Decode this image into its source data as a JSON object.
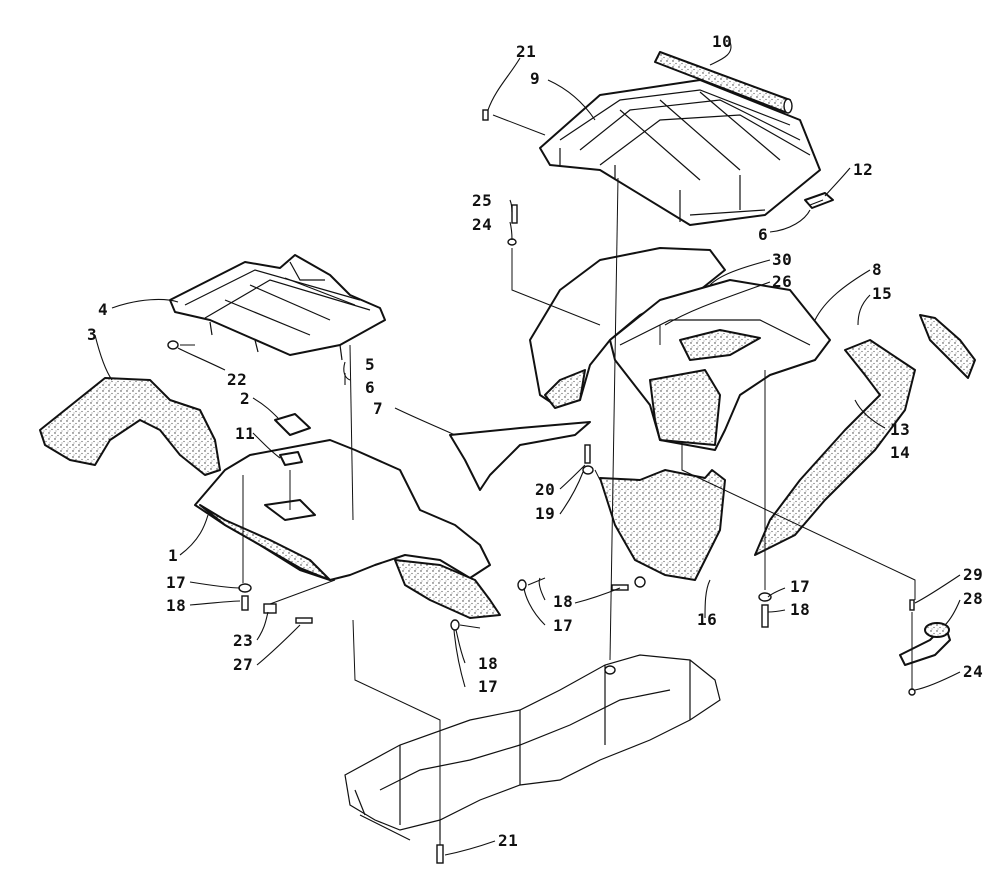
{
  "diagram": {
    "callouts": [
      {
        "id": "c10",
        "text": "10"
      },
      {
        "id": "c21a",
        "text": "21"
      },
      {
        "id": "c9",
        "text": "9"
      },
      {
        "id": "c12",
        "text": "12"
      },
      {
        "id": "c6a",
        "text": "6"
      },
      {
        "id": "c25",
        "text": "25"
      },
      {
        "id": "c24a",
        "text": "24"
      },
      {
        "id": "c30",
        "text": "30"
      },
      {
        "id": "c26",
        "text": "26"
      },
      {
        "id": "c8",
        "text": "8"
      },
      {
        "id": "c15",
        "text": "15"
      },
      {
        "id": "c4",
        "text": "4"
      },
      {
        "id": "c3",
        "text": "3"
      },
      {
        "id": "c22",
        "text": "22"
      },
      {
        "id": "c5",
        "text": "5"
      },
      {
        "id": "c6b",
        "text": "6"
      },
      {
        "id": "c2",
        "text": "2"
      },
      {
        "id": "c7",
        "text": "7"
      },
      {
        "id": "c11",
        "text": "11"
      },
      {
        "id": "c13",
        "text": "13"
      },
      {
        "id": "c14",
        "text": "14"
      },
      {
        "id": "c20",
        "text": "20"
      },
      {
        "id": "c19",
        "text": "19"
      },
      {
        "id": "c1",
        "text": "1"
      },
      {
        "id": "c17a",
        "text": "17"
      },
      {
        "id": "c18a",
        "text": "18"
      },
      {
        "id": "c23",
        "text": "23"
      },
      {
        "id": "c27",
        "text": "27"
      },
      {
        "id": "c18b",
        "text": "18"
      },
      {
        "id": "c17b",
        "text": "17"
      },
      {
        "id": "c16",
        "text": "16"
      },
      {
        "id": "c17c",
        "text": "17"
      },
      {
        "id": "c18c",
        "text": "18"
      },
      {
        "id": "c29",
        "text": "29"
      },
      {
        "id": "c28",
        "text": "28"
      },
      {
        "id": "c24b",
        "text": "24"
      },
      {
        "id": "c18d",
        "text": "18"
      },
      {
        "id": "c17d",
        "text": "17"
      },
      {
        "id": "c21b",
        "text": "21"
      }
    ]
  }
}
